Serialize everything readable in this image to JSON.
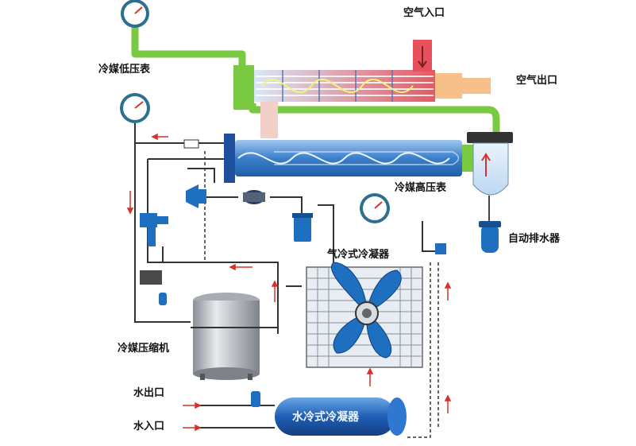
{
  "labels": {
    "air_inlet": "空气入口",
    "air_outlet": "空气出口",
    "refrigerant_low_gauge": "冷媒低压表",
    "refrigerant_high_gauge": "冷媒高压表",
    "auto_drain": "自动排水器",
    "air_cooled_condenser": "气冷式冷凝器",
    "refrigerant_compressor": "冷媒压缩机",
    "water_outlet": "水出口",
    "water_inlet": "水入口",
    "water_cooled_condenser": "水冷式冷凝器"
  },
  "colors": {
    "air_line": "#7ac943",
    "hot_air": "#e8505b",
    "warm_air": "#f7c08a",
    "cool_air": "#f2b3a8",
    "cold_tube": "#4a8fd6",
    "refrigerant_line": "#333333",
    "flow_arrow": "#d9302b",
    "component_blue": "#1f6fc0"
  }
}
